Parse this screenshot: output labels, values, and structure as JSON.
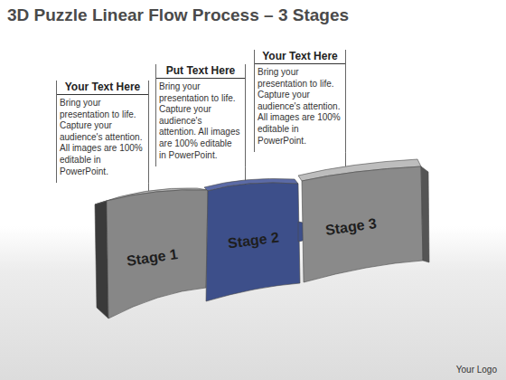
{
  "diagram": {
    "title": "3D Puzzle Linear Flow Process – 3 Stages",
    "nodes": [
      {
        "text": [
          "Your Text Here",
          "Bring your presentation to life. Capture your audience's attention. All images are 100% editable in PowerPoint."
        ]
      },
      {
        "text": [
          "Put Text Here",
          "Bring your presentation to life. Capture your audience's attention. All images are 100% editable in PowerPoint."
        ]
      },
      {
        "text": [
          "Your Text Here",
          "Bring your presentation to life. Capture your audience's attention. All images are 100% editable in PowerPoint."
        ]
      },
      {
        "text": [
          "Stage 1"
        ]
      },
      {
        "text": [
          "Stage 2"
        ]
      },
      {
        "text": [
          "Stage 3"
        ]
      }
    ],
    "edges": [
      {
        "from": 0,
        "to": 3,
        "arrow": "none"
      },
      {
        "from": 1,
        "to": 4,
        "arrow": "none"
      },
      {
        "from": 2,
        "to": 5,
        "arrow": "none"
      }
    ],
    "labels": [
      "Your Logo"
    ]
  }
}
